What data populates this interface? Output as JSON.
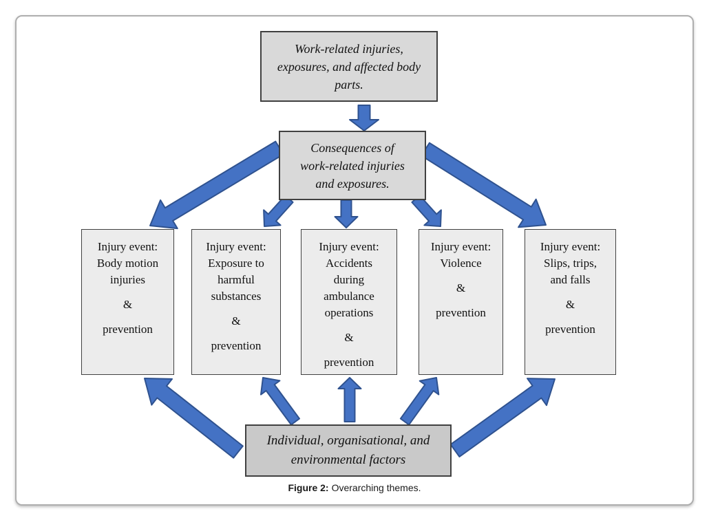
{
  "figure": {
    "caption_label": "Figure 2:",
    "caption_text": "Overarching themes."
  },
  "colors": {
    "arrow_fill": "#4472c4",
    "arrow_stroke": "#2f528f",
    "node_fill_gray": "#d9d9d9",
    "node_fill_bottom": "#c9c9c9",
    "node_fill_light": "#ececec",
    "node_border": "#404040",
    "frame_border": "#aeaeae"
  },
  "nodes": {
    "injuries": {
      "text": "Work-related injuries,\nexposures, and affected body\nparts."
    },
    "consequences": {
      "text": "Consequences of\nwork-related injuries\nand exposures."
    },
    "body_motion": {
      "title": "Injury event:\nBody motion\ninjuries",
      "amp": "&",
      "prevention": "prevention"
    },
    "harmful_substances": {
      "title": "Injury event:\nExposure to\nharmful\nsubstances",
      "amp": "&",
      "prevention": "prevention"
    },
    "ambulance": {
      "title": "Injury event:\nAccidents\nduring\nambulance\noperations",
      "amp": "&",
      "prevention": "prevention"
    },
    "violence": {
      "title": "Injury event:\nViolence",
      "amp": "&",
      "prevention": "prevention"
    },
    "slips": {
      "title": "Injury event:\nSlips, trips,\nand falls",
      "amp": "&",
      "prevention": "prevention"
    },
    "factors": {
      "text": "Individual, organisational, and\nenvironmental factors"
    }
  },
  "edges": [
    {
      "id": "injuries-to-consequences",
      "from": "injuries",
      "to": "consequences"
    },
    {
      "id": "consequences-to-body-motion",
      "from": "consequences",
      "to": "body_motion"
    },
    {
      "id": "consequences-to-harmful-substances",
      "from": "consequences",
      "to": "harmful_substances"
    },
    {
      "id": "consequences-to-ambulance",
      "from": "consequences",
      "to": "ambulance"
    },
    {
      "id": "consequences-to-violence",
      "from": "consequences",
      "to": "violence"
    },
    {
      "id": "consequences-to-slips",
      "from": "consequences",
      "to": "slips"
    },
    {
      "id": "factors-to-body-motion",
      "from": "factors",
      "to": "body_motion"
    },
    {
      "id": "factors-to-harmful-substances",
      "from": "factors",
      "to": "harmful_substances"
    },
    {
      "id": "factors-to-ambulance",
      "from": "factors",
      "to": "ambulance"
    },
    {
      "id": "factors-to-violence",
      "from": "factors",
      "to": "violence"
    },
    {
      "id": "factors-to-slips",
      "from": "factors",
      "to": "slips"
    }
  ]
}
